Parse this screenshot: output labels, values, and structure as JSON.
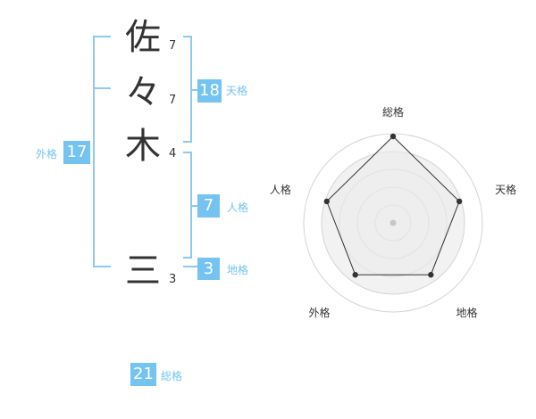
{
  "name": {
    "chars": [
      {
        "char": "佐",
        "strokes": "7"
      },
      {
        "char": "々",
        "strokes": "7"
      },
      {
        "char": "木",
        "strokes": "4"
      },
      {
        "char": "三",
        "strokes": "3"
      }
    ]
  },
  "scores": {
    "tenkaku": {
      "value": "18",
      "label": "天格"
    },
    "jinkaku": {
      "value": "7",
      "label": "人格"
    },
    "chikaku": {
      "value": "3",
      "label": "地格"
    },
    "gaikaku": {
      "value": "17",
      "label": "外格"
    },
    "soukaku": {
      "value": "21",
      "label": "総格"
    }
  },
  "colors": {
    "accent": "#74c3f1",
    "bracket": "#8ec9ee",
    "text": "#333333"
  },
  "chart_data": {
    "type": "radar",
    "axes": [
      "総格",
      "天格",
      "地格",
      "外格",
      "人格"
    ],
    "values": [
      0.97,
      0.78,
      0.72,
      0.72,
      0.78
    ],
    "rings": 4
  }
}
